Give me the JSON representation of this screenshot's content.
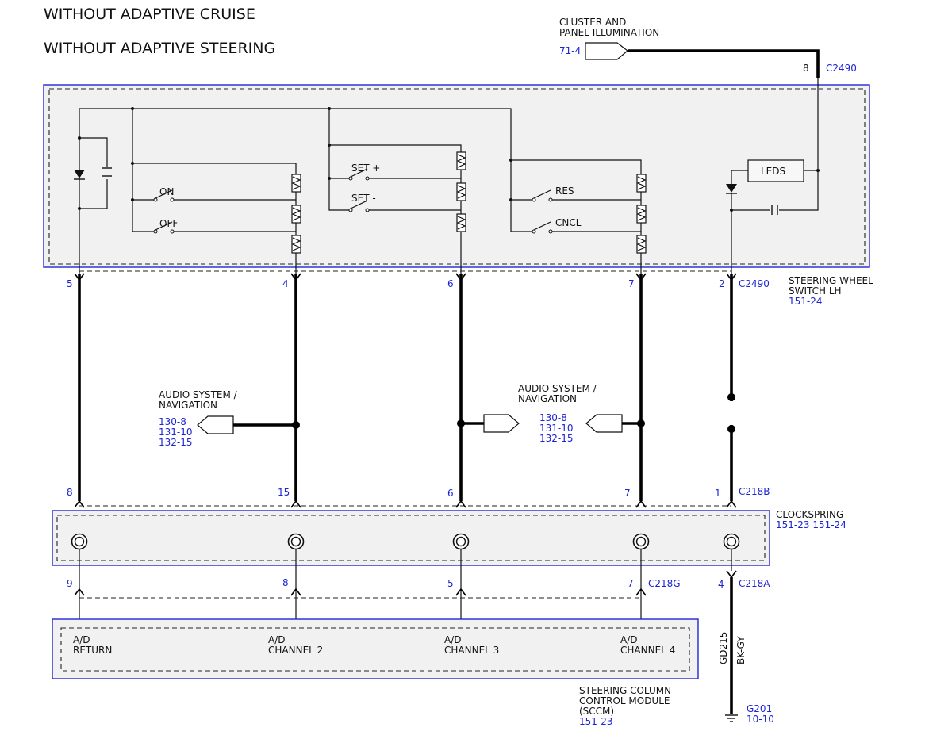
{
  "titles": {
    "line1": "WITHOUT ADAPTIVE CRUISE",
    "line2": "WITHOUT ADAPTIVE STEERING"
  },
  "illumination": {
    "name1": "CLUSTER AND",
    "name2": "PANEL ILLUMINATION",
    "ref": "71-4",
    "pin": "8",
    "connector": "C2490"
  },
  "switch_module": {
    "name1": "STEERING WHEEL",
    "name2": "SWITCH LH",
    "ref": "151-24",
    "connector": "C2490",
    "pins": [
      "5",
      "4",
      "6",
      "7",
      "2"
    ],
    "switches": {
      "on": "ON",
      "off": "OFF",
      "set_plus": "SET +",
      "set_minus": "SET -",
      "res": "RES",
      "cncl": "CNCL"
    },
    "leds": "LEDS"
  },
  "audio_left": {
    "name1": "AUDIO SYSTEM /",
    "name2": "NAVIGATION",
    "refs": [
      "130-8",
      "131-10",
      "132-15"
    ]
  },
  "audio_right": {
    "name1": "AUDIO SYSTEM /",
    "name2": "NAVIGATION",
    "refs": [
      "130-8",
      "131-10",
      "132-15"
    ]
  },
  "clockspring": {
    "name": "CLOCKSPRING",
    "refs": "151-23  151-24",
    "top_connector": "C218B",
    "top_pins": [
      "8",
      "15",
      "6",
      "7",
      "1"
    ],
    "bottom_connector": "C218G",
    "bottom_pins": [
      "9",
      "8",
      "5",
      "7"
    ],
    "ground_connector": "C218A",
    "ground_pin": "4"
  },
  "sccm": {
    "name1": "STEERING COLUMN",
    "name2": "CONTROL MODULE",
    "name3": "(SCCM)",
    "ref": "151-23",
    "inputs": [
      {
        "l1": "A/D",
        "l2": "RETURN"
      },
      {
        "l1": "A/D",
        "l2": "CHANNEL 2"
      },
      {
        "l1": "A/D",
        "l2": "CHANNEL 3"
      },
      {
        "l1": "A/D",
        "l2": "CHANNEL 4"
      }
    ]
  },
  "ground": {
    "circuit": "GD215",
    "color": "BK-GY",
    "point": "G201",
    "ref": "10-10"
  },
  "colors": {
    "reference_blue": "#1d24d4",
    "box_fill": "#f1f1f1",
    "wire": "#000000"
  }
}
